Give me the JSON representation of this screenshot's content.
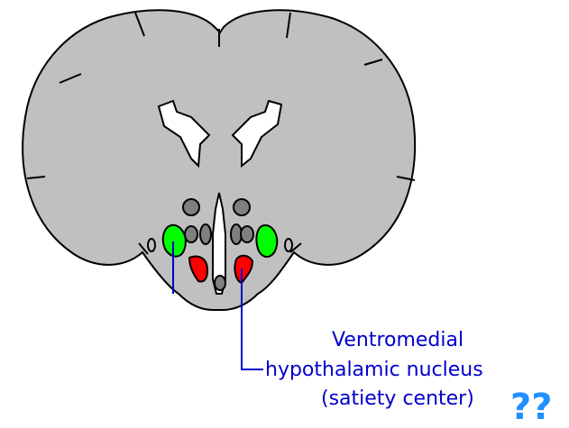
{
  "diagram": {
    "labels": {
      "line1": "Ventromedial",
      "line2": "hypothalamic nucleus",
      "line3": "(satiety center)",
      "question": "??"
    },
    "colors": {
      "background": "#ffffff",
      "brain_fill": "#c0c0c0",
      "outline": "#000000",
      "ventricle": "#ffffff",
      "dark_nucleus": "#808080",
      "lateral_hypothalamus": "#00ff00",
      "ventromedial_nucleus": "#ff0000",
      "pointer_line": "#0000cc",
      "label_text": "#0000cc",
      "question_mark": "#1e90ff"
    }
  }
}
